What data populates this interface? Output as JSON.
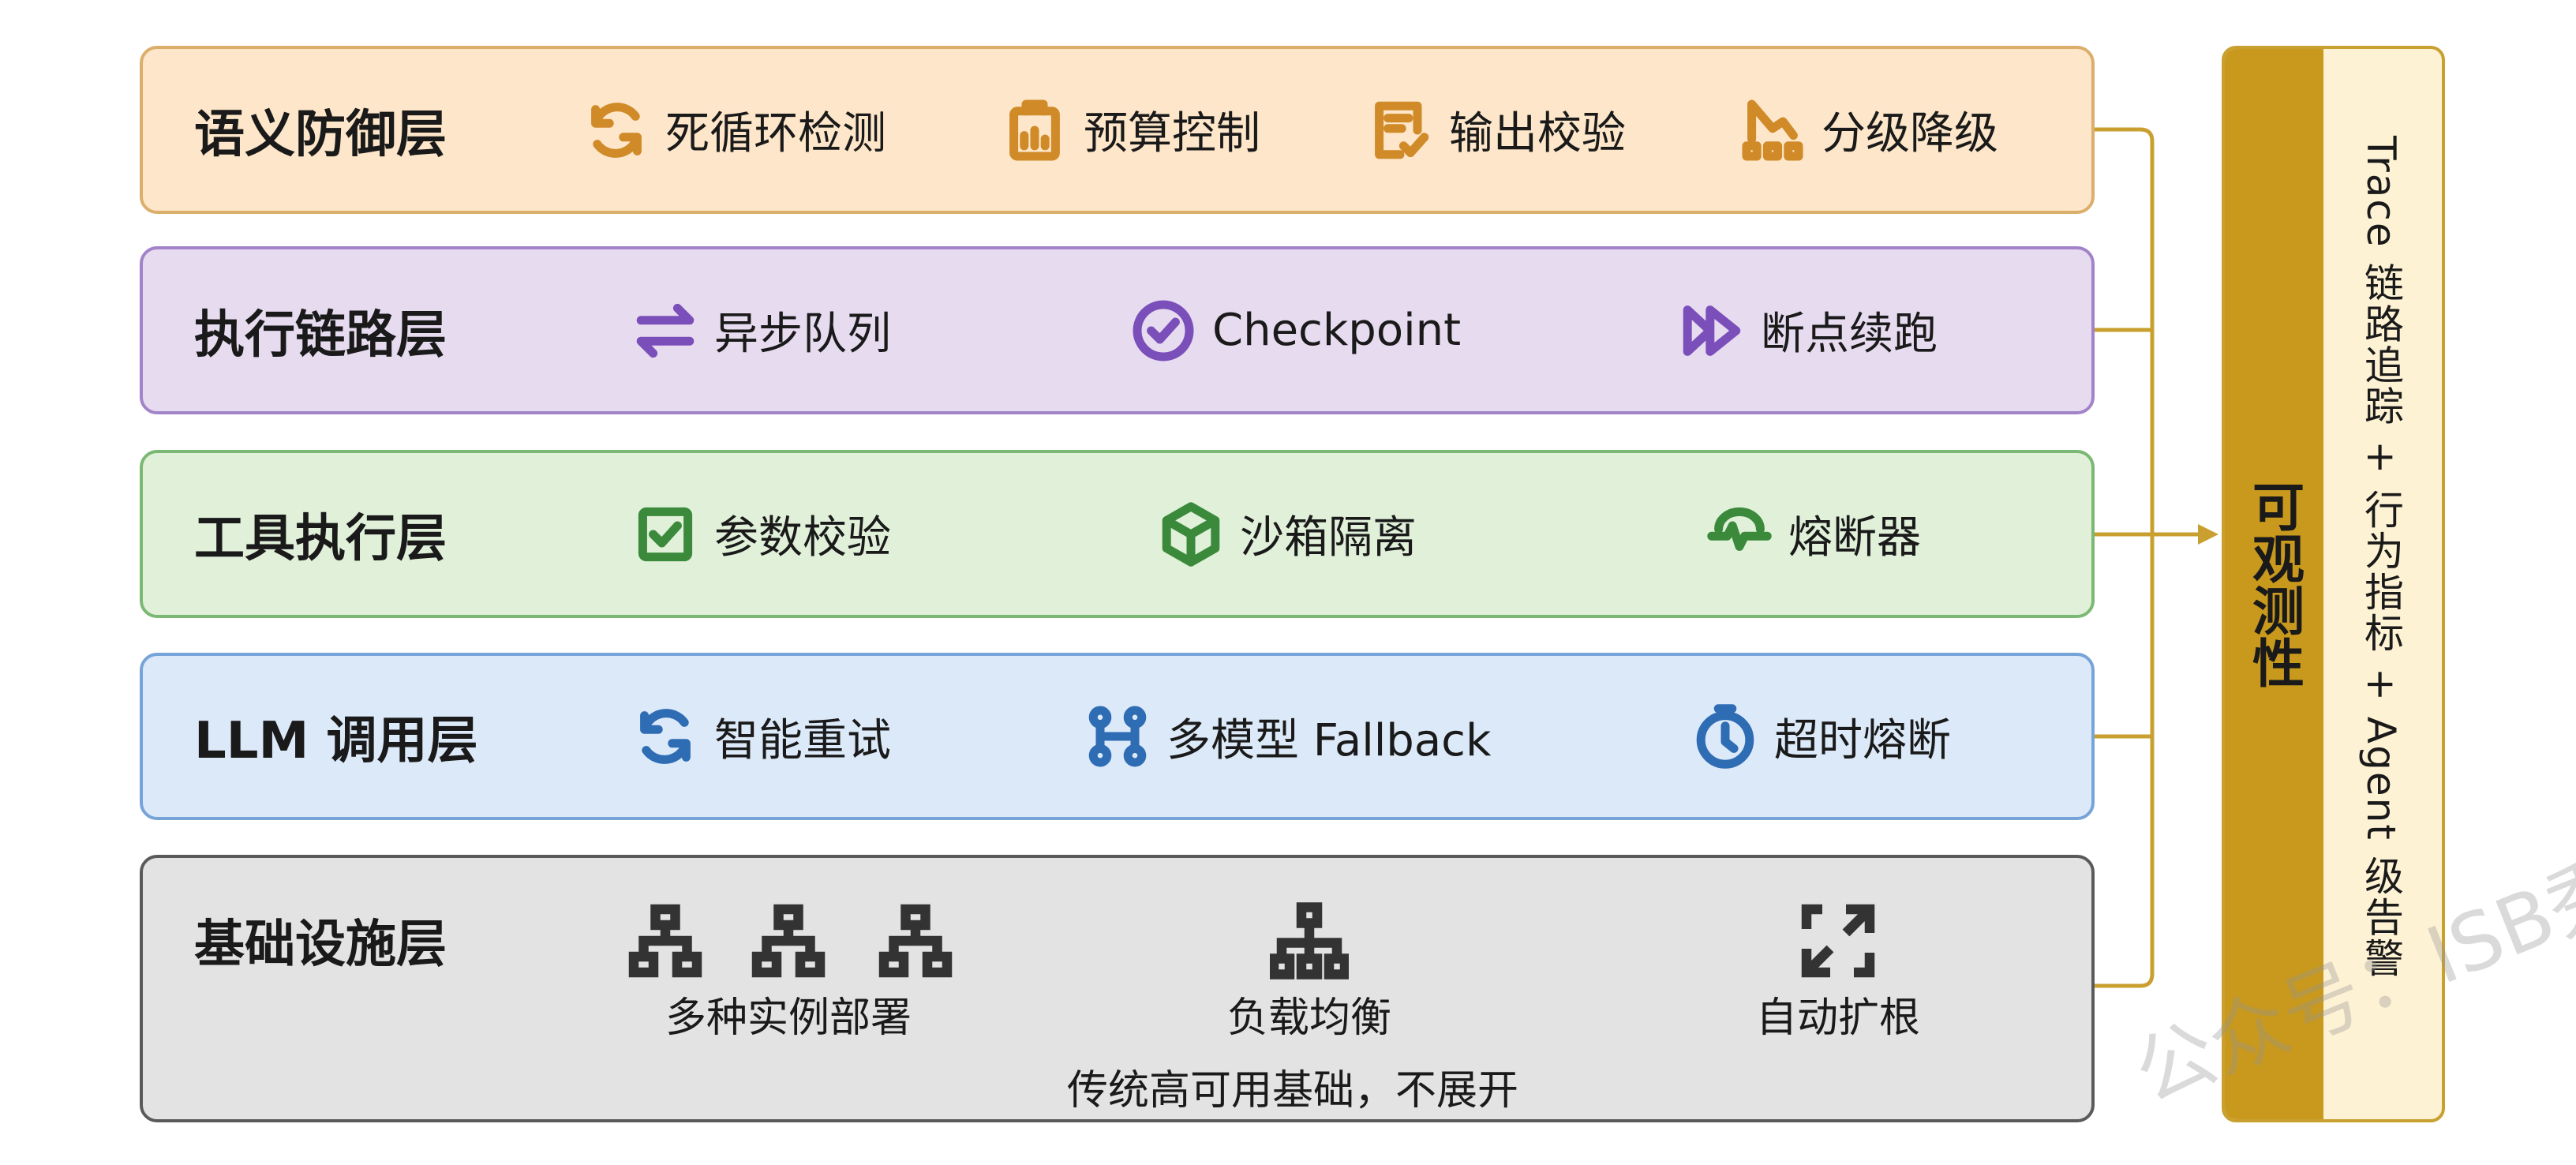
{
  "layers": [
    {
      "label": "语义防御层",
      "items": [
        {
          "icon": "refresh-icon",
          "text": "死循环检测"
        },
        {
          "icon": "budget-icon",
          "text": "预算控制"
        },
        {
          "icon": "checklist-icon",
          "text": "输出校验"
        },
        {
          "icon": "downgrade-icon",
          "text": "分级降级"
        }
      ]
    },
    {
      "label": "执行链路层",
      "items": [
        {
          "icon": "swap-arrows-icon",
          "text": "异步队列"
        },
        {
          "icon": "check-circle-icon",
          "text": "Checkpoint"
        },
        {
          "icon": "fast-forward-icon",
          "text": "断点续跑"
        }
      ]
    },
    {
      "label": "工具执行层",
      "items": [
        {
          "icon": "check-square-icon",
          "text": "参数校验"
        },
        {
          "icon": "cube-icon",
          "text": "沙箱隔离"
        },
        {
          "icon": "pulse-icon",
          "text": "熔断器"
        }
      ]
    },
    {
      "label": "LLM 调用层",
      "items": [
        {
          "icon": "sync-icon",
          "text": "智能重试"
        },
        {
          "icon": "model-graph-icon",
          "text": "多模型 Fallback"
        },
        {
          "icon": "stopwatch-icon",
          "text": "超时熔断"
        }
      ]
    },
    {
      "label": "基础设施层",
      "items": [
        {
          "icon": "hierarchy-icon",
          "text": "多种实例部署"
        },
        {
          "icon": "load-balance-icon",
          "text": "负载均衡"
        },
        {
          "icon": "expand-icon",
          "text": "自动扩根"
        }
      ],
      "note": "传统高可用基础，不展开"
    }
  ],
  "observability": {
    "title": "可观测性",
    "description": "Trace 链路追踪 + 行为指标 + Agent 级告警"
  },
  "watermark": "公众号：ISB秀才",
  "colors": {
    "semantic": "#d08a28",
    "execution": "#7b4fb9",
    "tool": "#3b8a3c",
    "llm": "#2e6cb4",
    "infra": "#333333",
    "observability": "#c8991c"
  }
}
